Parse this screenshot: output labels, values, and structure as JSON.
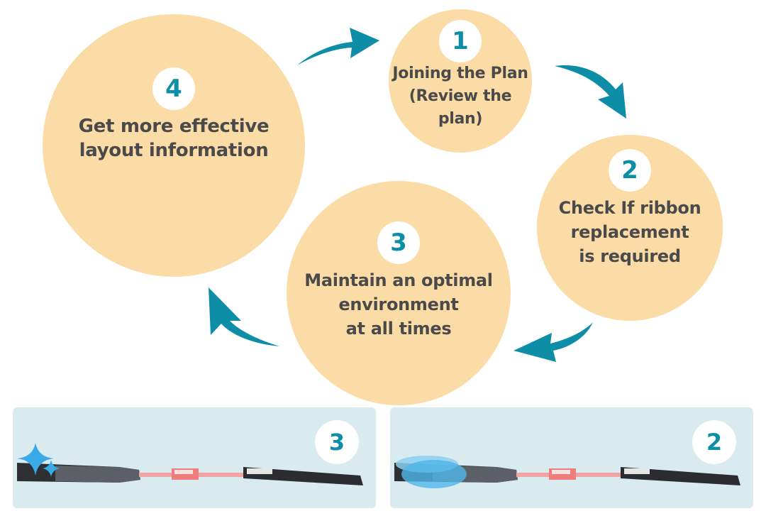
{
  "colors": {
    "circle_fill": "#fbdca6",
    "accent": "#0e8ea6",
    "text": "#4a4a4a",
    "panel_bg": "#d9ebee"
  },
  "steps": [
    {
      "number": "1",
      "label": "Joining the Plan\n(Review the plan)"
    },
    {
      "number": "2",
      "label": "Check If ribbon\nreplacement\nis required"
    },
    {
      "number": "3",
      "label": "Maintain an optimal\nenvironment\nat all times"
    },
    {
      "number": "4",
      "label": "Get more effective\nlayout information"
    }
  ],
  "arrows": [
    {
      "from": "4",
      "to": "1",
      "icon": "curved-arrow-icon"
    },
    {
      "from": "1",
      "to": "2",
      "icon": "curved-arrow-icon"
    },
    {
      "from": "2",
      "to": "3",
      "icon": "curved-arrow-icon"
    },
    {
      "from": "3",
      "to": "4",
      "icon": "curved-arrow-icon"
    }
  ],
  "panels": [
    {
      "number": "3",
      "illustration": "ribbon-cable-clean-icon",
      "effect": "sparkle"
    },
    {
      "number": "2",
      "illustration": "ribbon-cable-liquid-icon",
      "effect": "liquid"
    }
  ]
}
